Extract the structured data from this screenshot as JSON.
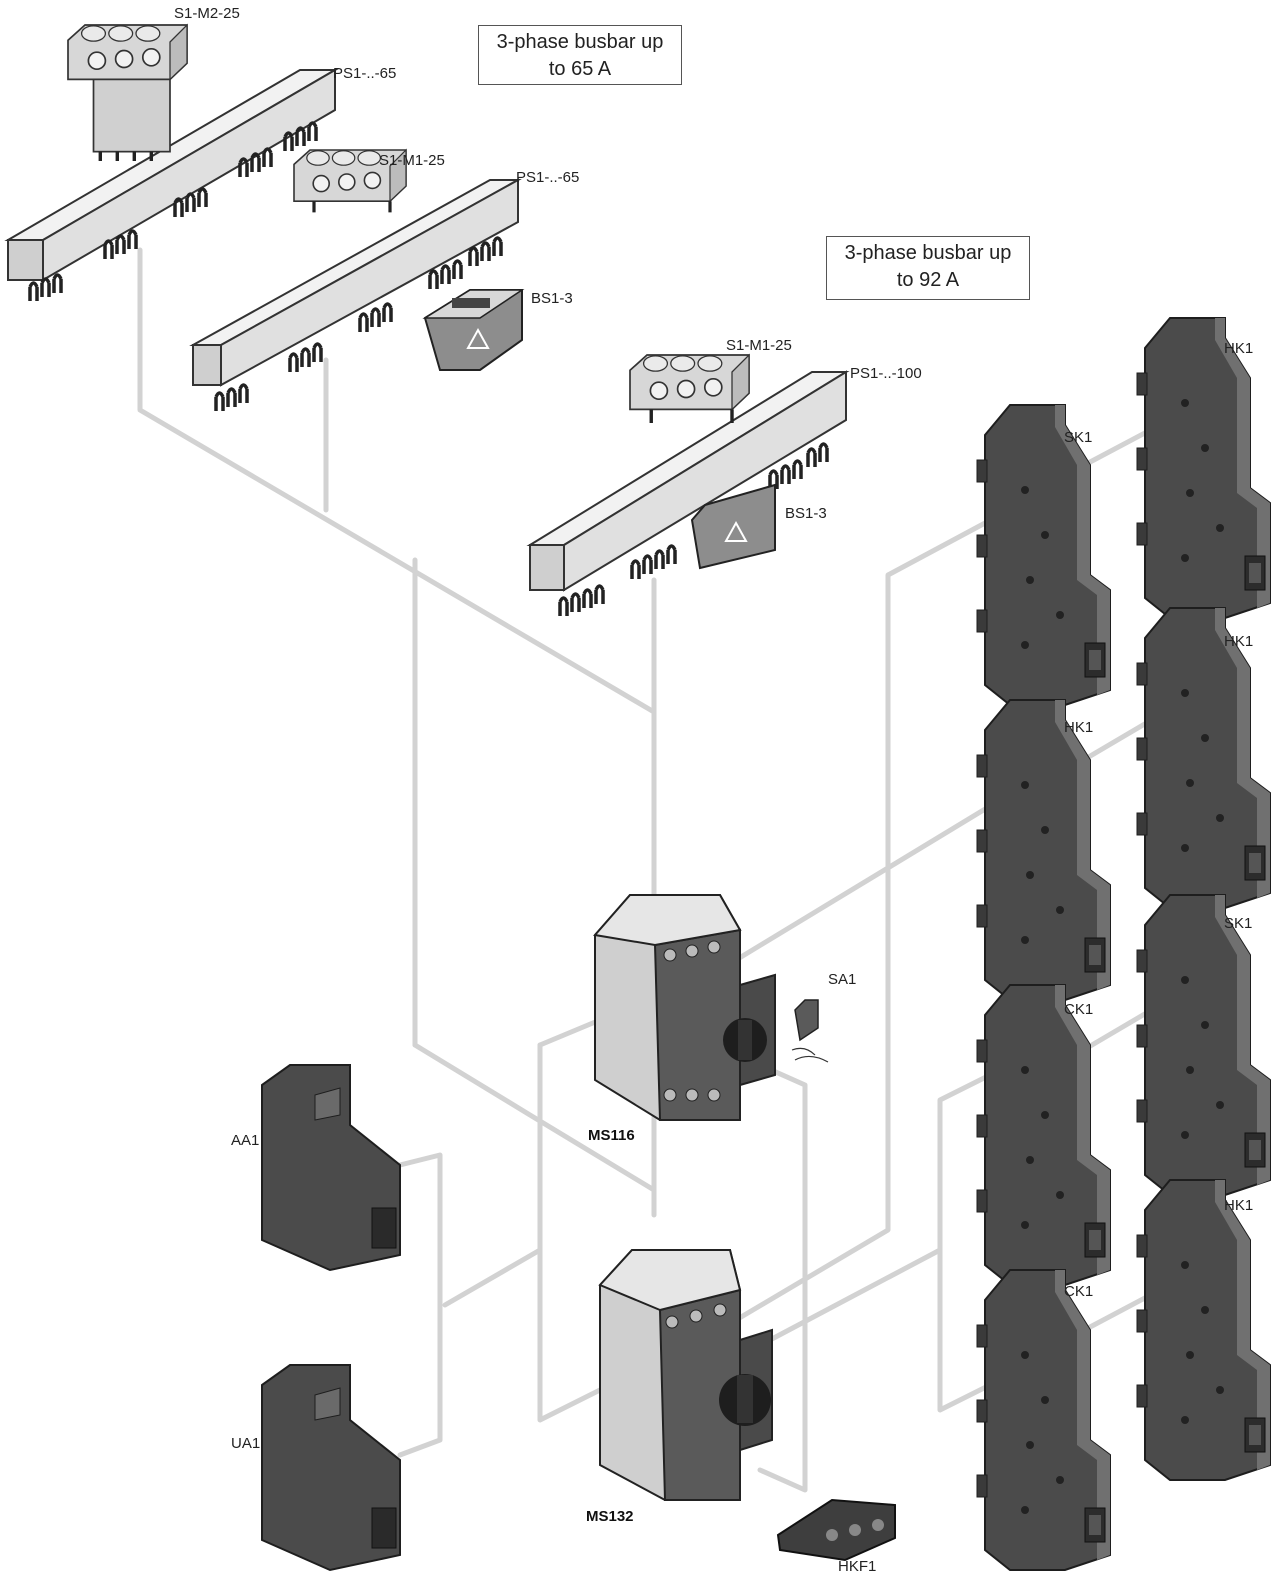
{
  "callouts": {
    "busbar_65": [
      "3-phase busbar up",
      "to 65 A"
    ],
    "busbar_92": [
      "3-phase busbar up",
      "to 92 A"
    ]
  },
  "labels": {
    "s1_m2_25": "S1-M2-25",
    "ps1_65_top": "PS1-..-65",
    "s1_m1_25_a": "S1-M1-25",
    "ps1_65_mid": "PS1-..-65",
    "bs1_3_a": "BS1-3",
    "s1_m1_25_b": "S1-M1-25",
    "ps1_100": "PS1-..-100",
    "bs1_3_b": "BS1-3",
    "hk1_a": "HK1",
    "sk1_a": "SK1",
    "hk1_b": "HK1",
    "hk1_c": "HK1",
    "sk1_b": "SK1",
    "ck1_a": "CK1",
    "hk1_d": "HK1",
    "ck1_b": "CK1",
    "sa1": "SA1",
    "ms116": "MS116",
    "ms132": "MS132",
    "aa1": "AA1",
    "ua1": "UA1",
    "hkf1": "HKF1"
  },
  "colors": {
    "connector": "#d2d2d2",
    "busbar_body": "#e4e4e4",
    "terminal_body": "#d8d8d8",
    "module_dark": "#4a4a4a",
    "module_light": "#cfcfcf"
  },
  "icons": {
    "busbar": "busbar-icon",
    "terminal": "feeder-terminal-icon",
    "cover": "busbar-cover-icon",
    "aux_contact": "auxiliary-contact-icon",
    "breaker": "motor-protection-breaker-icon"
  }
}
